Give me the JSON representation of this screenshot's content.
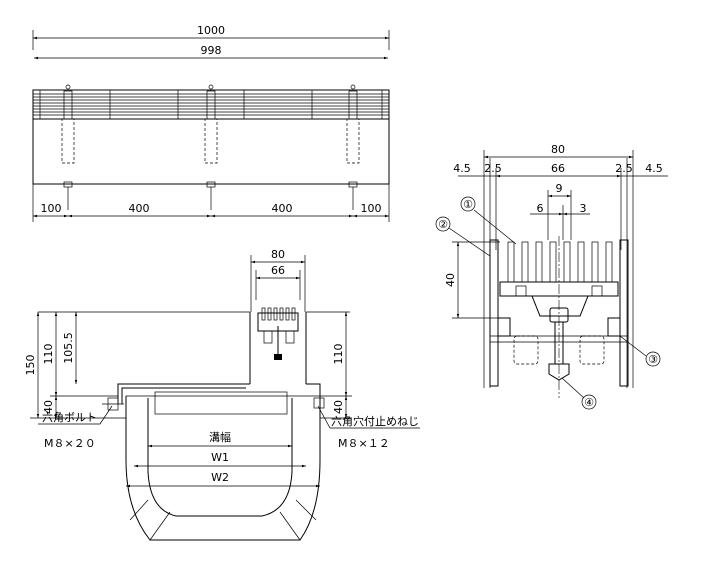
{
  "top_view": {
    "dims": {
      "overall": "1000",
      "inner": "998",
      "bottom_100_left": "100",
      "bottom_400_left": "400",
      "bottom_400_right": "400",
      "bottom_100_right": "100"
    }
  },
  "section_view": {
    "dims": {
      "width_80": "80",
      "width_66": "66",
      "height_150": "150",
      "height_110_left": "110",
      "height_105_5": "105.5",
      "height_40_left": "40",
      "height_110_right": "110",
      "height_40_right": "40",
      "groove_width": "溝幅",
      "w1": "W1",
      "w2": "W2"
    },
    "labels": {
      "hex_bolt": "六角ボルト",
      "hex_bolt_size": "M８×２０",
      "set_screw": "六角穴付止めねじ",
      "set_screw_size": "M８×１２"
    }
  },
  "detail_view": {
    "dims": {
      "width_80": "80",
      "width_66": "66",
      "left_4_5": "4.5",
      "left_2_5": "2.5",
      "right_2_5": "2.5",
      "right_4_5": "4.5",
      "pitch_9": "9",
      "pitch_6": "6",
      "pitch_3": "3",
      "height_40": "40"
    },
    "callouts": [
      "①",
      "②",
      "③",
      "④"
    ]
  }
}
